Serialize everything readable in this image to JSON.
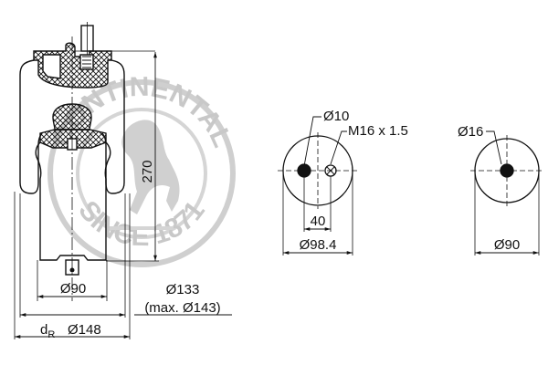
{
  "watermark": {
    "top_text": "CONTINENTAL",
    "bottom_text": "SINCE 1871",
    "color": "#c8c8c8"
  },
  "side_view": {
    "height_label": "270",
    "piston_diameter_label": "Ø90",
    "diameter_133_label": "Ø133",
    "diameter_max_label": "(max. Ø143)",
    "dR_label": "d",
    "dR_subscript": "R",
    "diameter_148_label": "Ø148"
  },
  "top_plate_view": {
    "pin_diameter_label": "Ø10",
    "thread_label": "M16 x 1.5",
    "spacing_label": "40",
    "plate_diameter_label": "Ø98.4"
  },
  "bottom_plate_view": {
    "hole_diameter_label": "Ø16",
    "plate_diameter_label": "Ø90"
  },
  "colors": {
    "line": "#111111",
    "background": "#ffffff"
  }
}
